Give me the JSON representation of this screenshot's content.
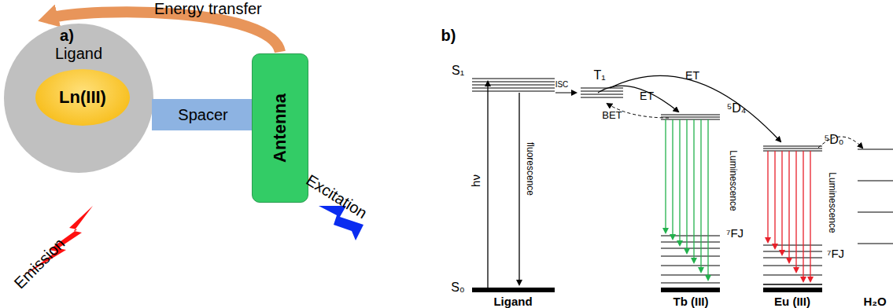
{
  "diagram": {
    "nodes": [
      {
        "text": [
          "Ligand"
        ]
      },
      {
        "text": [
          "Ln(III)"
        ],
        "in": 0
      },
      {
        "text": [
          "Spacer"
        ]
      },
      {
        "text": [
          "Antenna"
        ]
      }
    ],
    "edges": [
      {
        "from": 3,
        "to": 0,
        "arrow": "to",
        "label": "Energy transfer"
      }
    ],
    "labels": [
      "a)",
      "Excitation",
      "Emission",
      "b)",
      "S₁",
      "hν",
      "fluorescence",
      "ISC",
      "T₁",
      "ET",
      "ET",
      "BET",
      "⁵D₄",
      "Luminescence",
      "⁷FJ",
      "⁵D₀",
      "Luminescence",
      "⁷FJ",
      "S₀",
      "Ligand",
      "Tb (III)",
      "Eu (III)",
      "H₂O"
    ]
  }
}
